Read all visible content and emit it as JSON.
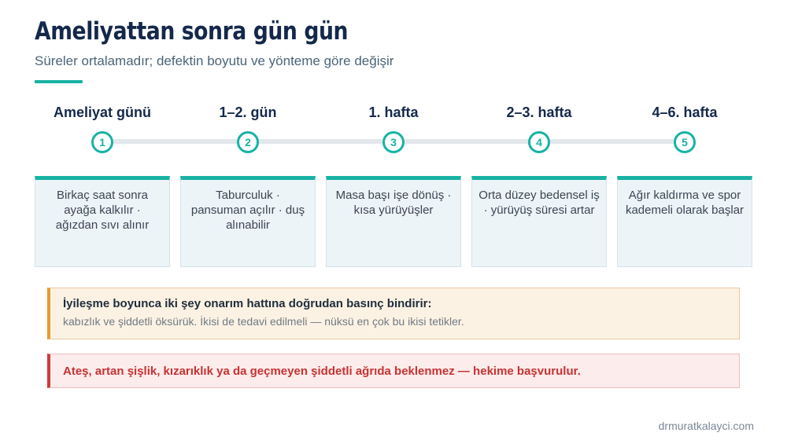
{
  "header": {
    "title": "Ameliyattan sonra gün gün",
    "subtitle": "Süreler ortalamadır; defektin boyutu ve yönteme göre değişir"
  },
  "timeline": {
    "stages": [
      {
        "label": "Ameliyat günü",
        "number": "1",
        "text": "Birkaç saat sonra ayağa kalkılır · ağızdan sıvı alınır"
      },
      {
        "label": "1–2. gün",
        "number": "2",
        "text": "Taburculuk · pansuman açılır · duş alınabilir"
      },
      {
        "label": "1. hafta",
        "number": "3",
        "text": "Masa başı işe dönüş · kısa yürüyüşler"
      },
      {
        "label": "2–3. hafta",
        "number": "4",
        "text": "Orta düzey bedensel iş · yürüyüş süresi artar"
      },
      {
        "label": "4–6. hafta",
        "number": "5",
        "text": "Ağır kaldırma ve spor kademeli olarak başlar"
      }
    ]
  },
  "notes": {
    "warning_head": "İyileşme boyunca iki şey onarım hattına doğrudan basınç bindirir:",
    "warning_body": "kabızlık ve şiddetli öksürük. İkisi de tedavi edilmeli — nüksü en çok bu ikisi tetikler.",
    "alert": "Ateş, artan şişlik, kızarıklık ya da geçmeyen şiddetli ağrıda beklenmez — hekime başvurulur."
  },
  "footer": {
    "credit": "drmuratkalayci.com"
  },
  "colors": {
    "accent": "#17b3a3",
    "title": "#14284b",
    "warning": "#e79a2e",
    "alert": "#cf3b3b"
  }
}
